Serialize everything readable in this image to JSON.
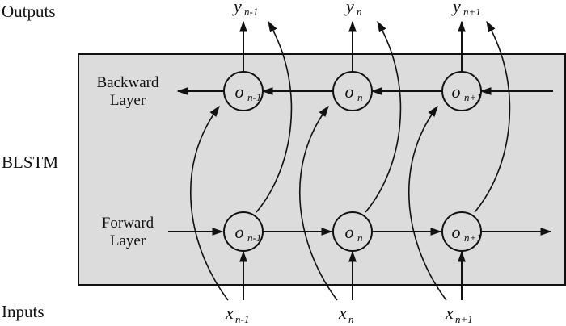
{
  "labels": {
    "outputs": "Outputs",
    "blstm": "BLSTM",
    "inputs": "Inputs",
    "backward_line1": "Backward",
    "backward_line2": "Layer",
    "forward_line1": "Forward",
    "forward_line2": "Layer"
  },
  "outputs": [
    {
      "base": "y",
      "sub": "n-1"
    },
    {
      "base": "y",
      "sub": "n"
    },
    {
      "base": "y",
      "sub": "n+1"
    }
  ],
  "inputs": [
    {
      "base": "x",
      "sub": "n-1"
    },
    {
      "base": "x",
      "sub": "n"
    },
    {
      "base": "x",
      "sub": "n+1"
    }
  ],
  "backward_nodes": [
    {
      "base": "o",
      "sub": "n-1"
    },
    {
      "base": "o",
      "sub": "n"
    },
    {
      "base": "o",
      "sub": "n+1"
    }
  ],
  "forward_nodes": [
    {
      "base": "o",
      "sub": "n-1"
    },
    {
      "base": "o",
      "sub": "n"
    },
    {
      "base": "o",
      "sub": "n+1"
    }
  ],
  "colors": {
    "panel": "#dcdcdc",
    "stroke": "#111111"
  }
}
